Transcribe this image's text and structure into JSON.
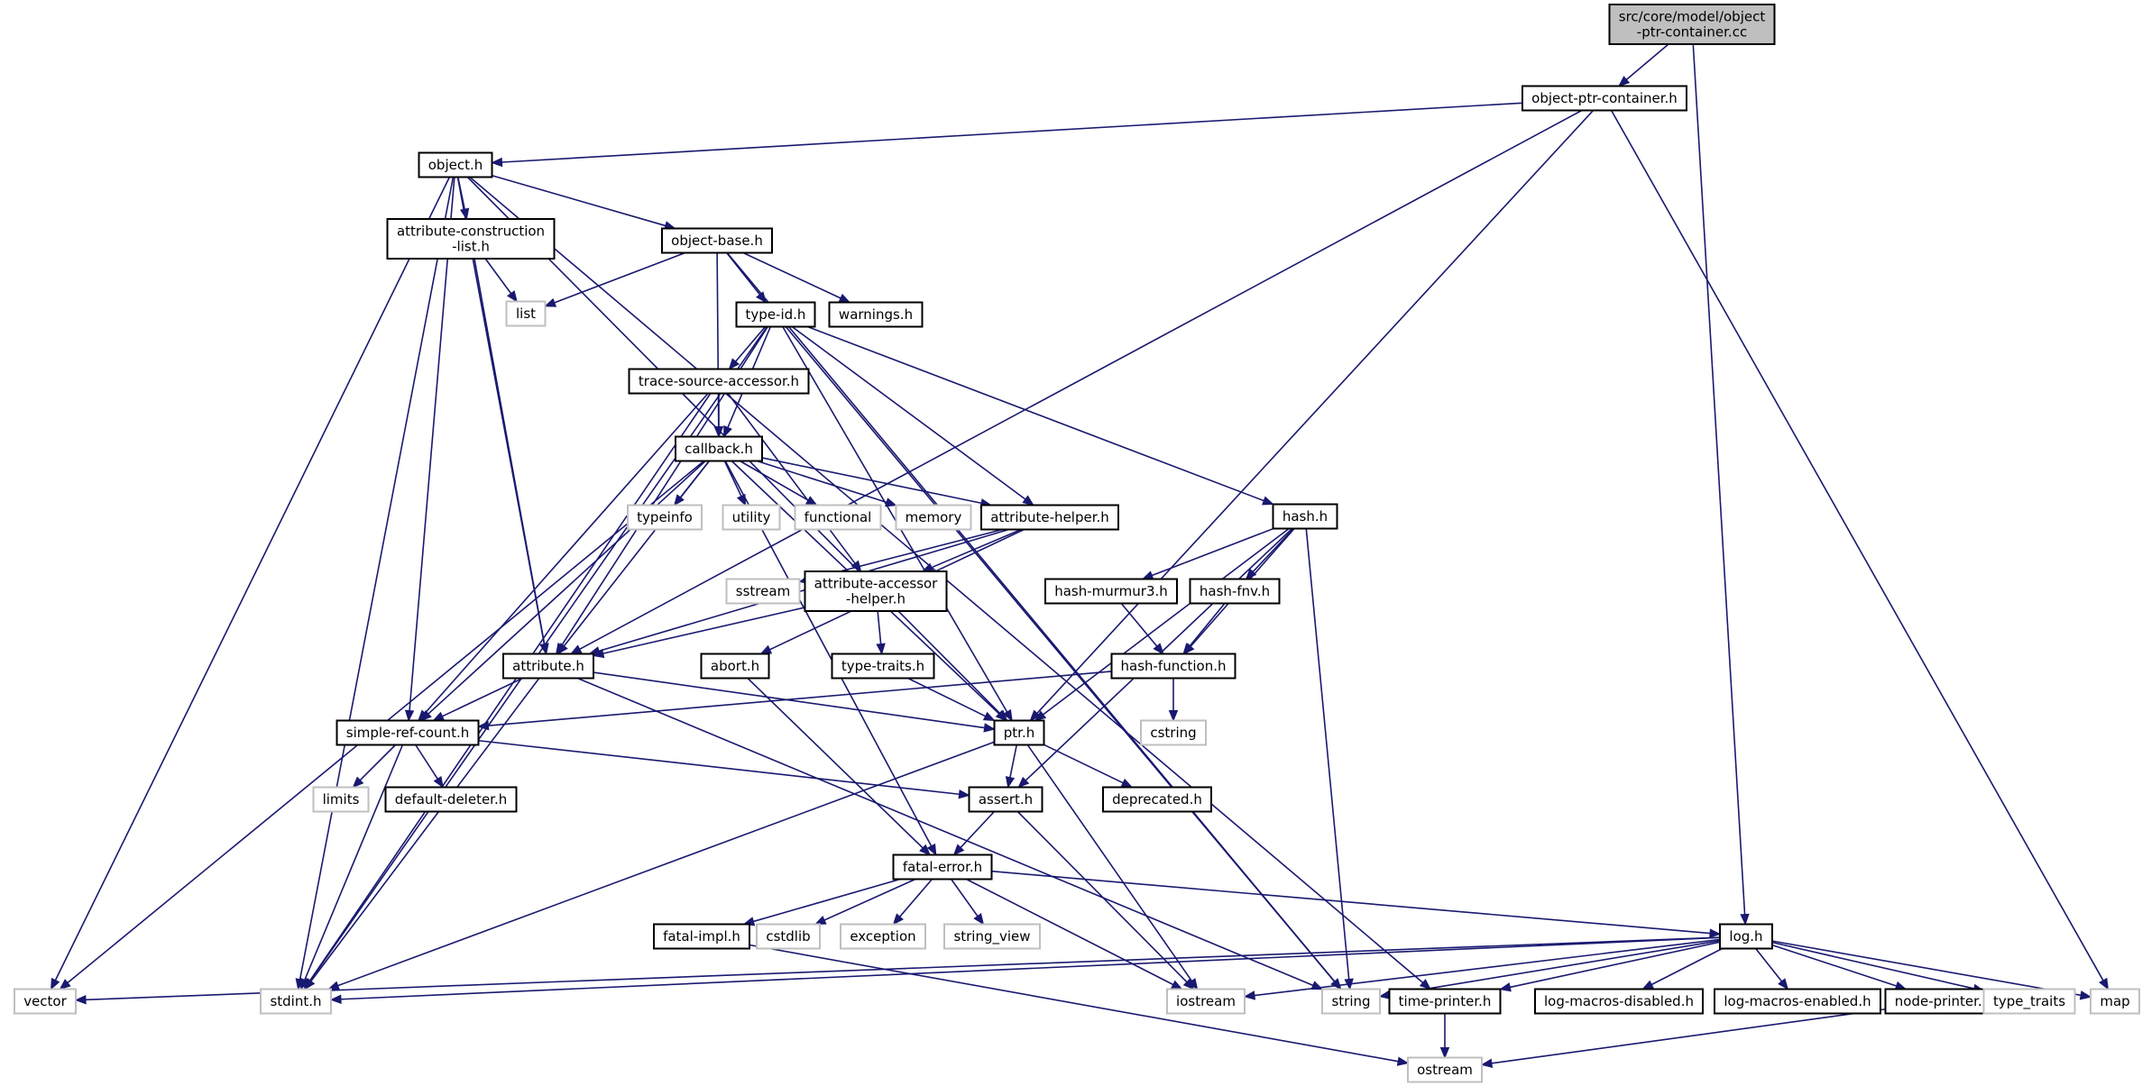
{
  "colors": {
    "edge": "#191970",
    "root_fill": "#bfbfbf",
    "root_border": "#000000",
    "local_border": "#000000",
    "system_border": "#bfbfbf",
    "system_text": "#000000",
    "background": "#ffffff"
  },
  "nodes": [
    {
      "id": "root",
      "kind": "root",
      "lines": [
        "src/core/model/object",
        "-ptr-container.cc"
      ]
    },
    {
      "id": "object-ptr-container-h",
      "kind": "local",
      "lines": [
        "object-ptr-container.h"
      ]
    },
    {
      "id": "log-h",
      "kind": "local",
      "lines": [
        "log.h"
      ]
    },
    {
      "id": "object-h",
      "kind": "local",
      "lines": [
        "object.h"
      ]
    },
    {
      "id": "ptr-h",
      "kind": "local",
      "lines": [
        "ptr.h"
      ]
    },
    {
      "id": "attribute-h",
      "kind": "local",
      "lines": [
        "attribute.h"
      ]
    },
    {
      "id": "map",
      "kind": "system",
      "lines": [
        "map"
      ]
    },
    {
      "id": "attribute-construction-list-h",
      "kind": "local",
      "lines": [
        "attribute-construction",
        "-list.h"
      ]
    },
    {
      "id": "object-base-h",
      "kind": "local",
      "lines": [
        "object-base.h"
      ]
    },
    {
      "id": "simple-ref-count-h",
      "kind": "local",
      "lines": [
        "simple-ref-count.h"
      ]
    },
    {
      "id": "vector",
      "kind": "system",
      "lines": [
        "vector"
      ]
    },
    {
      "id": "stdint-h",
      "kind": "system",
      "lines": [
        "stdint.h"
      ]
    },
    {
      "id": "time-printer-h",
      "kind": "local",
      "lines": [
        "time-printer.h"
      ]
    },
    {
      "id": "list",
      "kind": "system",
      "lines": [
        "list"
      ]
    },
    {
      "id": "type-id-h",
      "kind": "local",
      "lines": [
        "type-id.h"
      ]
    },
    {
      "id": "warnings-h",
      "kind": "local",
      "lines": [
        "warnings.h"
      ]
    },
    {
      "id": "callback-h",
      "kind": "local",
      "lines": [
        "callback.h"
      ]
    },
    {
      "id": "trace-source-accessor-h",
      "kind": "local",
      "lines": [
        "trace-source-accessor.h"
      ]
    },
    {
      "id": "attribute-helper-h",
      "kind": "local",
      "lines": [
        "attribute-helper.h"
      ]
    },
    {
      "id": "hash-h",
      "kind": "local",
      "lines": [
        "hash.h"
      ]
    },
    {
      "id": "typeinfo",
      "kind": "system",
      "lines": [
        "typeinfo"
      ]
    },
    {
      "id": "utility",
      "kind": "system",
      "lines": [
        "utility"
      ]
    },
    {
      "id": "functional",
      "kind": "system",
      "lines": [
        "functional"
      ]
    },
    {
      "id": "memory",
      "kind": "system",
      "lines": [
        "memory"
      ]
    },
    {
      "id": "sstream",
      "kind": "system",
      "lines": [
        "sstream"
      ]
    },
    {
      "id": "attribute-accessor-helper-h",
      "kind": "local",
      "lines": [
        "attribute-accessor",
        "-helper.h"
      ]
    },
    {
      "id": "abort-h",
      "kind": "local",
      "lines": [
        "abort.h"
      ]
    },
    {
      "id": "type-traits-h",
      "kind": "local",
      "lines": [
        "type-traits.h"
      ]
    },
    {
      "id": "hash-murmur3-h",
      "kind": "local",
      "lines": [
        "hash-murmur3.h"
      ]
    },
    {
      "id": "hash-fnv-h",
      "kind": "local",
      "lines": [
        "hash-fnv.h"
      ]
    },
    {
      "id": "hash-function-h",
      "kind": "local",
      "lines": [
        "hash-function.h"
      ]
    },
    {
      "id": "cstring",
      "kind": "system",
      "lines": [
        "cstring"
      ]
    },
    {
      "id": "limits",
      "kind": "system",
      "lines": [
        "limits"
      ]
    },
    {
      "id": "default-deleter-h",
      "kind": "local",
      "lines": [
        "default-deleter.h"
      ]
    },
    {
      "id": "assert-h",
      "kind": "local",
      "lines": [
        "assert.h"
      ]
    },
    {
      "id": "deprecated-h",
      "kind": "local",
      "lines": [
        "deprecated.h"
      ]
    },
    {
      "id": "fatal-error-h",
      "kind": "local",
      "lines": [
        "fatal-error.h"
      ]
    },
    {
      "id": "fatal-impl-h",
      "kind": "local",
      "lines": [
        "fatal-impl.h"
      ]
    },
    {
      "id": "cstdlib",
      "kind": "system",
      "lines": [
        "cstdlib"
      ]
    },
    {
      "id": "exception",
      "kind": "system",
      "lines": [
        "exception"
      ]
    },
    {
      "id": "string-view",
      "kind": "system",
      "lines": [
        "string_view"
      ]
    },
    {
      "id": "iostream",
      "kind": "system",
      "lines": [
        "iostream"
      ]
    },
    {
      "id": "string",
      "kind": "system",
      "lines": [
        "string"
      ]
    },
    {
      "id": "log-macros-disabled-h",
      "kind": "local",
      "lines": [
        "log-macros-disabled.h"
      ]
    },
    {
      "id": "log-macros-enabled-h",
      "kind": "local",
      "lines": [
        "log-macros-enabled.h"
      ]
    },
    {
      "id": "node-printer-h",
      "kind": "local",
      "lines": [
        "node-printer.h"
      ]
    },
    {
      "id": "type-traits",
      "kind": "system",
      "lines": [
        "type_traits"
      ]
    },
    {
      "id": "ostream",
      "kind": "system",
      "lines": [
        "ostream"
      ]
    }
  ],
  "edges": [
    {
      "from": "root",
      "to": "object-ptr-container-h"
    },
    {
      "from": "root",
      "to": "log-h"
    },
    {
      "from": "object-ptr-container-h",
      "to": "object-h"
    },
    {
      "from": "object-ptr-container-h",
      "to": "ptr-h"
    },
    {
      "from": "object-ptr-container-h",
      "to": "attribute-h"
    },
    {
      "from": "object-ptr-container-h",
      "to": "map"
    },
    {
      "from": "object-h",
      "to": "attribute-construction-list-h"
    },
    {
      "from": "object-h",
      "to": "object-base-h"
    },
    {
      "from": "object-h",
      "to": "attribute-h"
    },
    {
      "from": "object-h",
      "to": "simple-ref-count-h"
    },
    {
      "from": "object-h",
      "to": "ptr-h"
    },
    {
      "from": "object-h",
      "to": "vector"
    },
    {
      "from": "object-h",
      "to": "stdint-h"
    },
    {
      "from": "object-h",
      "to": "time-printer-h"
    },
    {
      "from": "attribute-construction-list-h",
      "to": "attribute-h"
    },
    {
      "from": "attribute-construction-list-h",
      "to": "list"
    },
    {
      "from": "object-base-h",
      "to": "list"
    },
    {
      "from": "object-base-h",
      "to": "type-id-h"
    },
    {
      "from": "object-base-h",
      "to": "warnings-h"
    },
    {
      "from": "object-base-h",
      "to": "callback-h"
    },
    {
      "from": "object-base-h",
      "to": "string"
    },
    {
      "from": "type-id-h",
      "to": "trace-source-accessor-h"
    },
    {
      "from": "type-id-h",
      "to": "callback-h"
    },
    {
      "from": "type-id-h",
      "to": "attribute-helper-h"
    },
    {
      "from": "type-id-h",
      "to": "attribute-h"
    },
    {
      "from": "type-id-h",
      "to": "hash-h"
    },
    {
      "from": "type-id-h",
      "to": "ptr-h"
    },
    {
      "from": "type-id-h",
      "to": "stdint-h"
    },
    {
      "from": "type-id-h",
      "to": "string"
    },
    {
      "from": "trace-source-accessor-h",
      "to": "callback-h"
    },
    {
      "from": "trace-source-accessor-h",
      "to": "simple-ref-count-h"
    },
    {
      "from": "trace-source-accessor-h",
      "to": "stdint-h"
    },
    {
      "from": "trace-source-accessor-h",
      "to": "attribute-accessor-helper-h"
    },
    {
      "from": "callback-h",
      "to": "typeinfo"
    },
    {
      "from": "callback-h",
      "to": "utility"
    },
    {
      "from": "callback-h",
      "to": "functional"
    },
    {
      "from": "callback-h",
      "to": "memory"
    },
    {
      "from": "callback-h",
      "to": "attribute-helper-h"
    },
    {
      "from": "callback-h",
      "to": "attribute-h"
    },
    {
      "from": "callback-h",
      "to": "simple-ref-count-h"
    },
    {
      "from": "callback-h",
      "to": "vector"
    },
    {
      "from": "callback-h",
      "to": "fatal-error-h"
    },
    {
      "from": "callback-h",
      "to": "ptr-h"
    },
    {
      "from": "attribute-helper-h",
      "to": "sstream"
    },
    {
      "from": "attribute-helper-h",
      "to": "attribute-accessor-helper-h"
    },
    {
      "from": "attribute-helper-h",
      "to": "abort-h"
    },
    {
      "from": "attribute-helper-h",
      "to": "attribute-h"
    },
    {
      "from": "attribute-accessor-helper-h",
      "to": "attribute-h"
    },
    {
      "from": "attribute-accessor-helper-h",
      "to": "type-traits-h"
    },
    {
      "from": "hash-h",
      "to": "hash-murmur3-h"
    },
    {
      "from": "hash-h",
      "to": "hash-fnv-h"
    },
    {
      "from": "hash-h",
      "to": "hash-function-h"
    },
    {
      "from": "hash-h",
      "to": "ptr-h"
    },
    {
      "from": "hash-h",
      "to": "assert-h"
    },
    {
      "from": "hash-h",
      "to": "string"
    },
    {
      "from": "hash-murmur3-h",
      "to": "hash-function-h"
    },
    {
      "from": "hash-fnv-h",
      "to": "hash-function-h"
    },
    {
      "from": "hash-function-h",
      "to": "cstring"
    },
    {
      "from": "hash-function-h",
      "to": "simple-ref-count-h"
    },
    {
      "from": "attribute-h",
      "to": "simple-ref-count-h"
    },
    {
      "from": "attribute-h",
      "to": "ptr-h"
    },
    {
      "from": "attribute-h",
      "to": "stdint-h"
    },
    {
      "from": "attribute-h",
      "to": "string"
    },
    {
      "from": "type-traits-h",
      "to": "ptr-h"
    },
    {
      "from": "abort-h",
      "to": "fatal-error-h"
    },
    {
      "from": "simple-ref-count-h",
      "to": "limits"
    },
    {
      "from": "simple-ref-count-h",
      "to": "default-deleter-h"
    },
    {
      "from": "simple-ref-count-h",
      "to": "assert-h"
    },
    {
      "from": "simple-ref-count-h",
      "to": "stdint-h"
    },
    {
      "from": "ptr-h",
      "to": "assert-h"
    },
    {
      "from": "ptr-h",
      "to": "deprecated-h"
    },
    {
      "from": "ptr-h",
      "to": "iostream"
    },
    {
      "from": "ptr-h",
      "to": "stdint-h"
    },
    {
      "from": "assert-h",
      "to": "fatal-error-h"
    },
    {
      "from": "assert-h",
      "to": "iostream"
    },
    {
      "from": "fatal-error-h",
      "to": "fatal-impl-h"
    },
    {
      "from": "fatal-error-h",
      "to": "cstdlib"
    },
    {
      "from": "fatal-error-h",
      "to": "exception"
    },
    {
      "from": "fatal-error-h",
      "to": "string-view"
    },
    {
      "from": "fatal-error-h",
      "to": "iostream"
    },
    {
      "from": "fatal-error-h",
      "to": "log-h"
    },
    {
      "from": "fatal-impl-h",
      "to": "ostream"
    },
    {
      "from": "log-h",
      "to": "vector"
    },
    {
      "from": "log-h",
      "to": "stdint-h"
    },
    {
      "from": "log-h",
      "to": "iostream"
    },
    {
      "from": "log-h",
      "to": "string"
    },
    {
      "from": "log-h",
      "to": "time-printer-h"
    },
    {
      "from": "log-h",
      "to": "log-macros-disabled-h"
    },
    {
      "from": "log-h",
      "to": "log-macros-enabled-h"
    },
    {
      "from": "log-h",
      "to": "node-printer-h"
    },
    {
      "from": "log-h",
      "to": "type-traits"
    },
    {
      "from": "log-h",
      "to": "map"
    },
    {
      "from": "time-printer-h",
      "to": "ostream"
    },
    {
      "from": "node-printer-h",
      "to": "ostream"
    }
  ]
}
